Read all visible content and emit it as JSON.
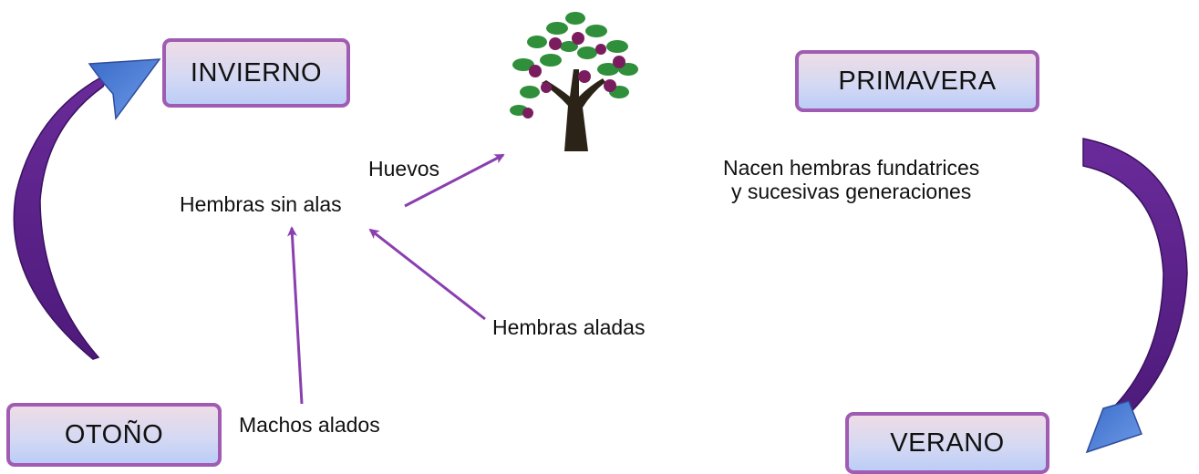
{
  "seasons": {
    "invierno": "INVIERNO",
    "primavera": "PRIMAVERA",
    "verano": "VERANO",
    "otono": "OTOÑO"
  },
  "labels": {
    "huevos": "Huevos",
    "hembras_sin_alas": "Hembras sin alas",
    "hembras_aladas": "Hembras aladas",
    "machos_alados": "Machos alados",
    "nacen_line1": "Nacen hembras fundatrices",
    "nacen_line2": "y sucesivas generaciones"
  },
  "colors": {
    "box_border": "#a05cb3",
    "arrow_line": "#8a3fb0",
    "curved_arrow_body": "#6a2b9a",
    "curved_arrow_head": "#4a7ed8"
  },
  "icons": {
    "tree": "tree-with-fruits-icon"
  }
}
